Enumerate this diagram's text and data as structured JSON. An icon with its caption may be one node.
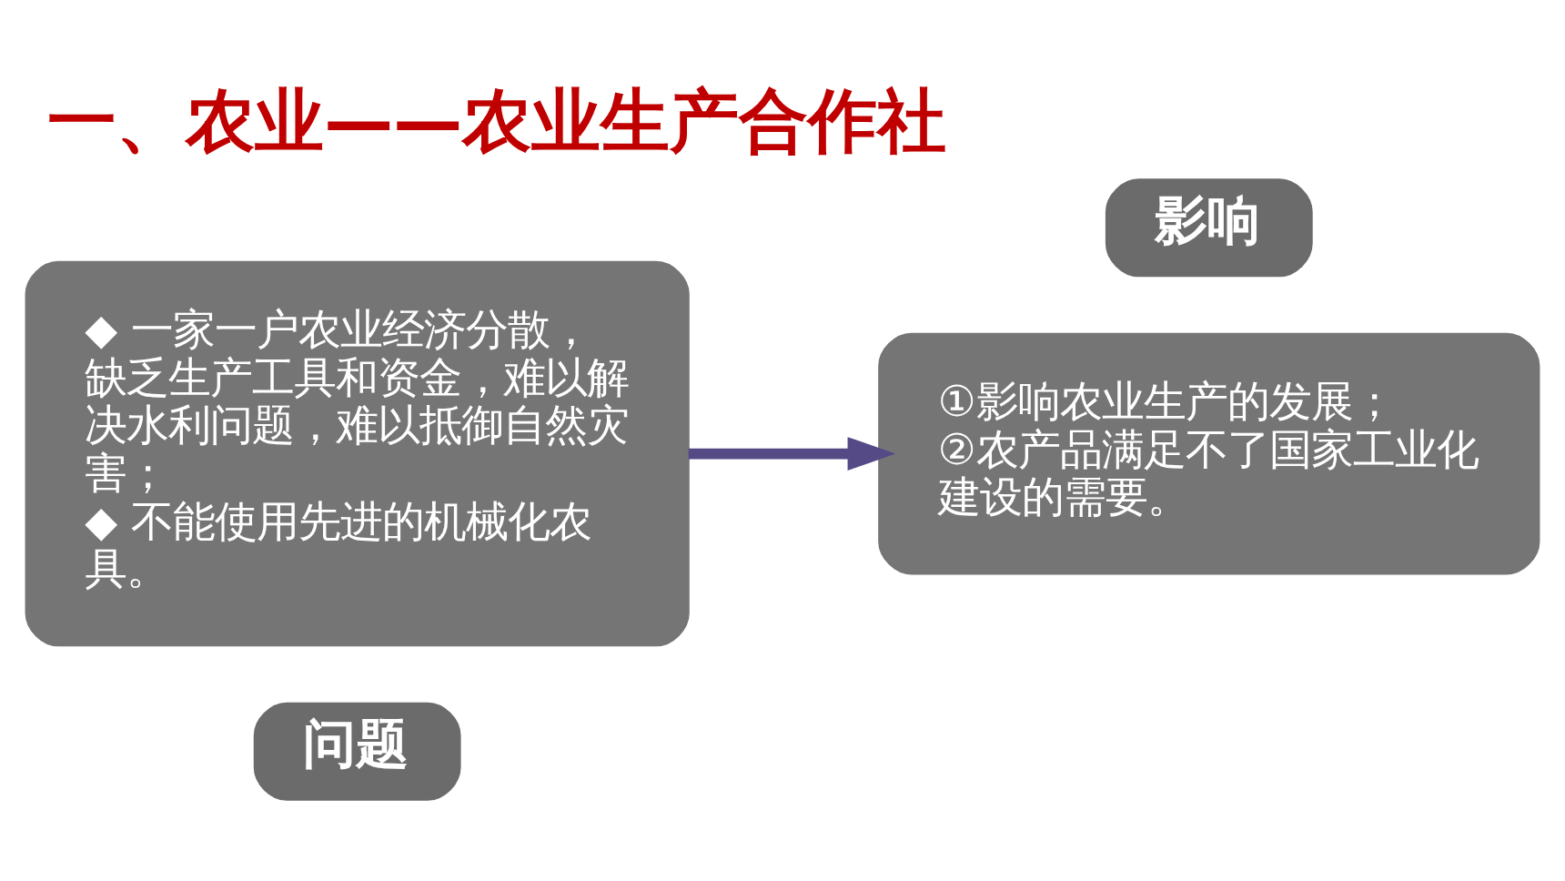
{
  "diagram": {
    "title": "一、农业——农业生产合作社",
    "nodes": [
      {
        "text": [
          "问题"
        ]
      },
      {
        "text": [
          "◆ 一家一户农业经济分散，缺乏生产工具和资金，难以解决水利问题，难以抵御自然灾害；",
          "◆ 不能使用先进的机械化农具。"
        ]
      },
      {
        "text": [
          "影响"
        ]
      },
      {
        "text": [
          "①影响农业生产的发展；",
          "②农产品满足不了国家工业化建设的需要。"
        ]
      }
    ],
    "edges": [
      {
        "from": 1,
        "to": 3,
        "arrow": "to",
        "color": "#554a86"
      }
    ]
  }
}
